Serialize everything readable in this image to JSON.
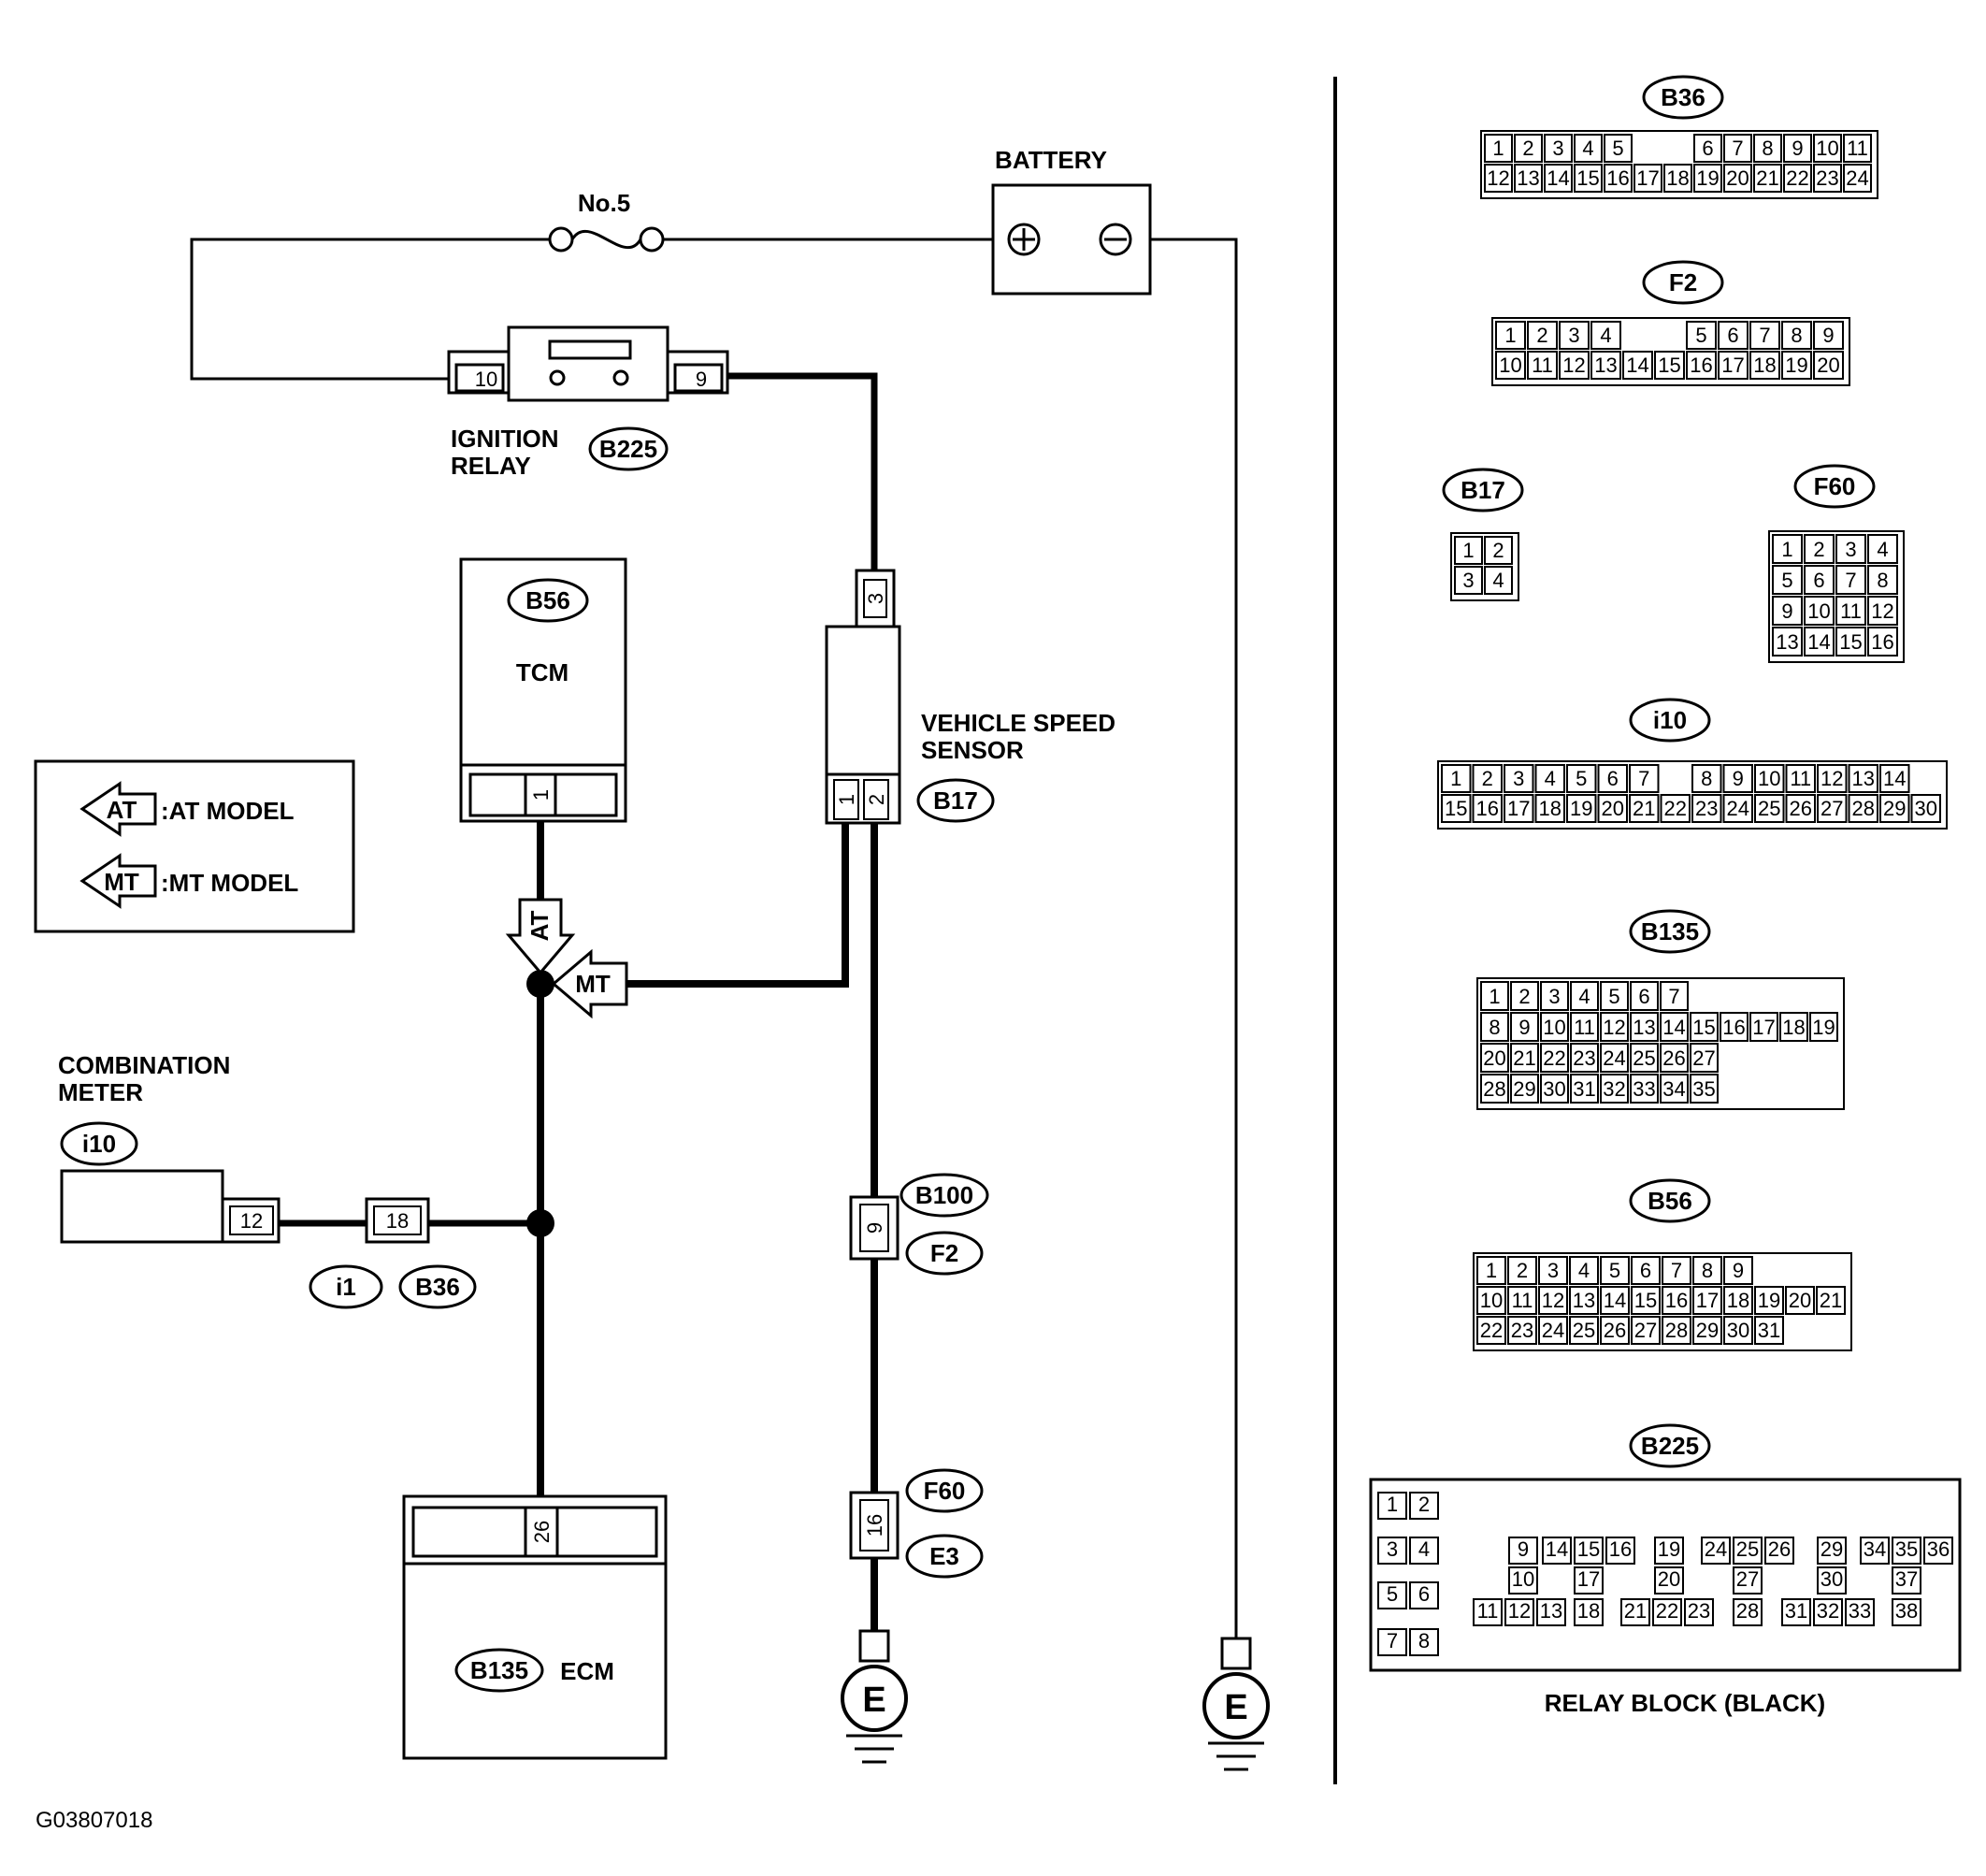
{
  "figure_id": "G03807018",
  "colors": {
    "line": "#000000",
    "background": "#ffffff"
  },
  "labels": {
    "fuse": "No.5",
    "battery": "BATTERY",
    "ignition_relay": [
      "IGNITION",
      "RELAY"
    ],
    "tcm": "TCM",
    "vss": [
      "VEHICLE SPEED",
      "SENSOR"
    ],
    "combination_meter": [
      "COMBINATION",
      "METER"
    ],
    "ecm": "ECM",
    "relay_block": "RELAY BLOCK (BLACK)",
    "ground": "E"
  },
  "legend": [
    {
      "tag": "AT",
      "text": ":AT MODEL"
    },
    {
      "tag": "MT",
      "text": ":MT MODEL"
    }
  ],
  "connector_refs": {
    "relay": "B225",
    "tcm": "B56",
    "vss": "B17",
    "meter": "i10",
    "joint_a": "i1",
    "joint_b": "B36",
    "vss_joint_a": "B100",
    "vss_joint_b": "F2",
    "ground_joint_a": "F60",
    "ground_joint_b": "E3",
    "ecm": "B135"
  },
  "pins": {
    "relay_left": "10",
    "relay_right": "9",
    "vss_top": "3",
    "vss_1": "1",
    "vss_2": "2",
    "tcm": "1",
    "meter": "12",
    "joint": "18",
    "vss_joint": "9",
    "ground_joint": "16",
    "ecm": "26"
  },
  "arrows": {
    "at": "AT",
    "mt": "MT"
  },
  "connector_views": [
    {
      "name": "B36",
      "rows": [
        [
          "1",
          "2",
          "3",
          "4",
          "5",
          "",
          "",
          "6",
          "7",
          "8",
          "9",
          "10",
          "11"
        ],
        [
          "12",
          "13",
          "14",
          "15",
          "16",
          "17",
          "18",
          "19",
          "20",
          "21",
          "22",
          "23",
          "24"
        ]
      ]
    },
    {
      "name": "F2",
      "rows": [
        [
          "1",
          "2",
          "3",
          "4",
          "",
          "",
          "5",
          "6",
          "7",
          "8",
          "9"
        ],
        [
          "10",
          "11",
          "12",
          "13",
          "14",
          "15",
          "16",
          "17",
          "18",
          "19",
          "20"
        ]
      ]
    },
    {
      "name": "B17",
      "rows": [
        [
          "1",
          "2"
        ],
        [
          "3",
          "4"
        ]
      ]
    },
    {
      "name": "F60",
      "rows": [
        [
          "1",
          "2",
          "3",
          "4"
        ],
        [
          "5",
          "6",
          "7",
          "8"
        ],
        [
          "9",
          "10",
          "11",
          "12"
        ],
        [
          "13",
          "14",
          "15",
          "16"
        ]
      ]
    },
    {
      "name": "i10",
      "rows": [
        [
          "1",
          "2",
          "3",
          "4",
          "5",
          "6",
          "7",
          "",
          "8",
          "9",
          "10",
          "11",
          "12",
          "13",
          "14"
        ],
        [
          "15",
          "16",
          "17",
          "18",
          "19",
          "20",
          "21",
          "22",
          "23",
          "24",
          "25",
          "26",
          "27",
          "28",
          "29",
          "30"
        ]
      ]
    },
    {
      "name": "B135",
      "rows": [
        [
          "1",
          "2",
          "3",
          "4",
          "5",
          "6",
          "7"
        ],
        [
          "8",
          "9",
          "10",
          "11",
          "12",
          "13",
          "14",
          "15",
          "16",
          "17",
          "18",
          "19"
        ],
        [
          "20",
          "21",
          "22",
          "23",
          "24",
          "25",
          "26",
          "27"
        ],
        [
          "28",
          "29",
          "30",
          "31",
          "32",
          "33",
          "34",
          "35"
        ]
      ]
    },
    {
      "name": "B56",
      "rows": [
        [
          "1",
          "2",
          "3",
          "4",
          "5",
          "6",
          "7",
          "8",
          "9"
        ],
        [
          "10",
          "11",
          "12",
          "13",
          "14",
          "15",
          "16",
          "17",
          "18",
          "19",
          "20",
          "21"
        ],
        [
          "22",
          "23",
          "24",
          "25",
          "26",
          "27",
          "28",
          "29",
          "30",
          "31"
        ]
      ]
    },
    {
      "name": "B225",
      "rows": [
        [
          "1",
          "2"
        ],
        [
          "3",
          "4",
          "9",
          "14",
          "15",
          "16",
          "19",
          "24",
          "25",
          "26",
          "29",
          "34",
          "35",
          "36"
        ],
        [
          "5",
          "6",
          "10",
          "17",
          "20",
          "27",
          "30",
          "37"
        ],
        [
          "11",
          "12",
          "13",
          "18",
          "21",
          "22",
          "23",
          "28",
          "31",
          "32",
          "33",
          "38"
        ],
        [
          "7",
          "8"
        ]
      ]
    }
  ]
}
